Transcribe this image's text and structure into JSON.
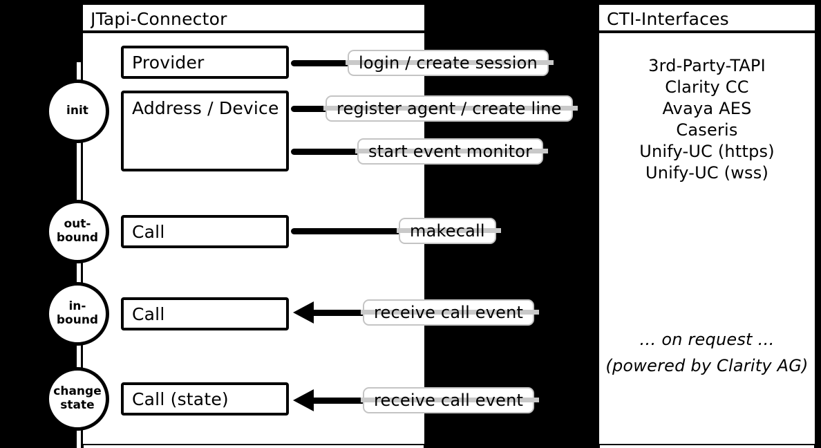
{
  "jtapi_panel": {
    "title": "JTapi-Connector",
    "nodes": [
      {
        "label": "Provider"
      },
      {
        "label": "Address / Device"
      },
      {
        "label": "Call"
      },
      {
        "label": "Call"
      },
      {
        "label": "Call (state)"
      }
    ]
  },
  "phases": [
    {
      "label": "init"
    },
    {
      "label": "out-\nbound"
    },
    {
      "label": "in-\nbound"
    },
    {
      "label": "change\nstate"
    }
  ],
  "connectors": [
    {
      "label": "login / create session",
      "direction": "to-cti"
    },
    {
      "label": "register agent / create line",
      "direction": "to-cti"
    },
    {
      "label": "start event monitor",
      "direction": "to-cti"
    },
    {
      "label": "makecall",
      "direction": "to-cti"
    },
    {
      "label": "receive call event",
      "direction": "from-cti"
    },
    {
      "label": "receive call event",
      "direction": "from-cti"
    }
  ],
  "cti_panel": {
    "title": "CTI-Interfaces",
    "interfaces": [
      "3rd-Party-TAPI",
      "Clarity CC",
      "Avaya AES",
      "Caseris",
      "Unify-UC (https)",
      "Unify-UC (wss)"
    ],
    "note": "… on request …",
    "powered_by": "(powered by Clarity AG)"
  },
  "colors": {
    "background": "#000000",
    "stroke": "#000000",
    "fill": "#ffffff",
    "label_border": "#c4c4c4",
    "label_stripe": "#c9c9c9"
  }
}
